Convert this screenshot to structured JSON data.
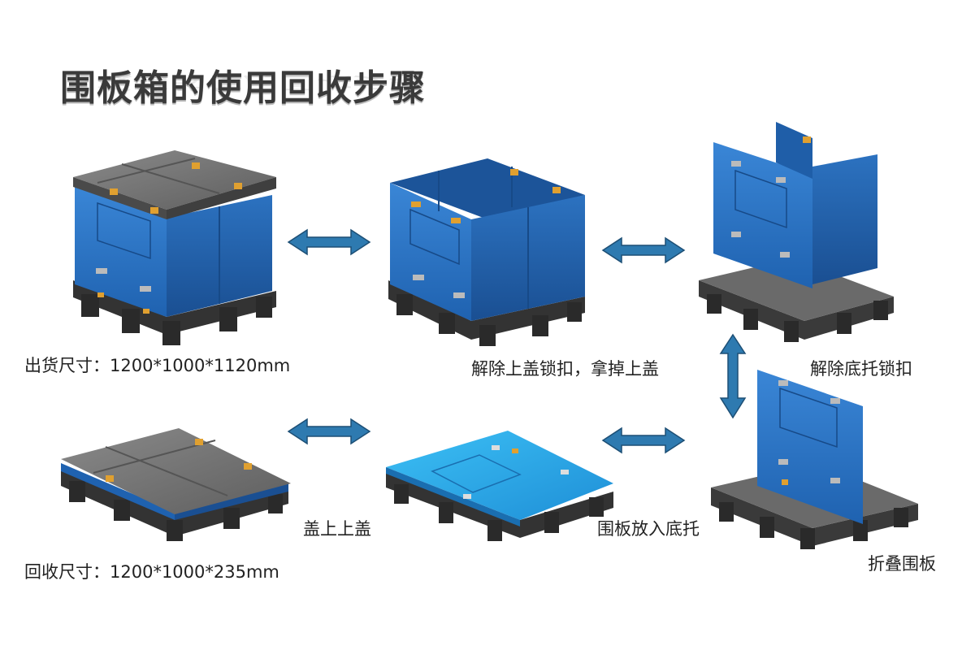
{
  "title": "围板箱的使用回收步骤",
  "labels": {
    "ship_size": "出货尺寸：1200*1000*1120mm",
    "step_remove_lid": "解除上盖锁扣，拿掉上盖",
    "step_unlock_base": "解除底托锁扣",
    "step_fold": "折叠围板",
    "step_insert": "围板放入底托",
    "step_cover": "盖上上盖",
    "return_size": "回收尺寸：1200*1000*235mm"
  },
  "colors": {
    "panel_blue": "#2f77c9",
    "panel_blue_dark": "#1f5ea8",
    "panel_light_blue": "#2aa7e8",
    "lid_gray": "#6e6e6e",
    "base_dark": "#3a3a3a",
    "arrow_fill": "#2e7ab0",
    "arrow_stroke": "#1d4f75"
  }
}
